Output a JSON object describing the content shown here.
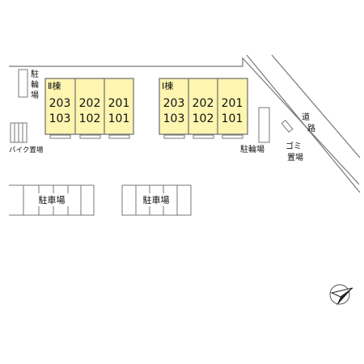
{
  "colors": {
    "building_fill": "#fdf5b0",
    "line": "#777777",
    "text": "#111111",
    "background": "#ffffff"
  },
  "building_ii": {
    "label": "Ⅱ棟",
    "units_upper": [
      "203",
      "202",
      "201"
    ],
    "units_lower": [
      "103",
      "102",
      "101"
    ]
  },
  "building_i": {
    "label": "Ⅰ棟",
    "units_upper": [
      "203",
      "202",
      "201"
    ],
    "units_lower": [
      "103",
      "102",
      "101"
    ]
  },
  "labels": {
    "bicycle_parking_left": [
      "駐",
      "輪",
      "場"
    ],
    "bike_parking": "バイク置場",
    "parking_left": "駐車場",
    "parking_center": "駐車場",
    "bicycle_parking_right": "駐輪場",
    "garbage": [
      "ゴミ",
      "置場"
    ],
    "road": [
      "道",
      "路"
    ]
  },
  "icons": {
    "north_arrow": "north-arrow-icon"
  }
}
